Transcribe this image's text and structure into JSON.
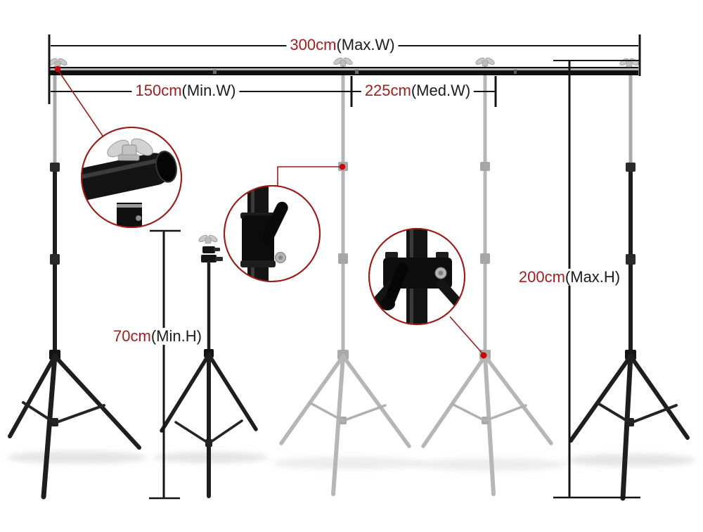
{
  "diagram_title": "backdrop-support-stand-dimension-diagram",
  "dimensions": {
    "max_w": {
      "value": "300cm",
      "qualifier": "(Max.W)"
    },
    "min_w": {
      "value": "150cm",
      "qualifier": "(Min.W)"
    },
    "med_w": {
      "value": "225cm",
      "qualifier": "(Med.W)"
    },
    "max_h": {
      "value": "200cm",
      "qualifier": "(Max.H)"
    },
    "min_h": {
      "value": "70cm",
      "qualifier": "(Min.H)"
    }
  },
  "colors": {
    "dimension_value": "#a02020",
    "dimension_qualifier": "#1c1c1c",
    "line_color": "#141414",
    "callout_color": "#9c1c1c",
    "marker_dot": "#c40606",
    "stand_black": "#1e1e1e",
    "stand_ghost": "#b6b6b6",
    "crossbar": "#111111"
  },
  "insets": [
    {
      "id": "wing-nut-detail",
      "icon": "wing-nut-icon",
      "shows": "crossbar end mounted on stand with wing nut"
    },
    {
      "id": "pole-clamp-detail",
      "icon": "clamp-lever-icon",
      "shows": "telescoping pole locking clamp"
    },
    {
      "id": "leg-hub-detail",
      "icon": "tripod-hub-knob-icon",
      "shows": "tripod leg hub with locking knob"
    }
  ]
}
